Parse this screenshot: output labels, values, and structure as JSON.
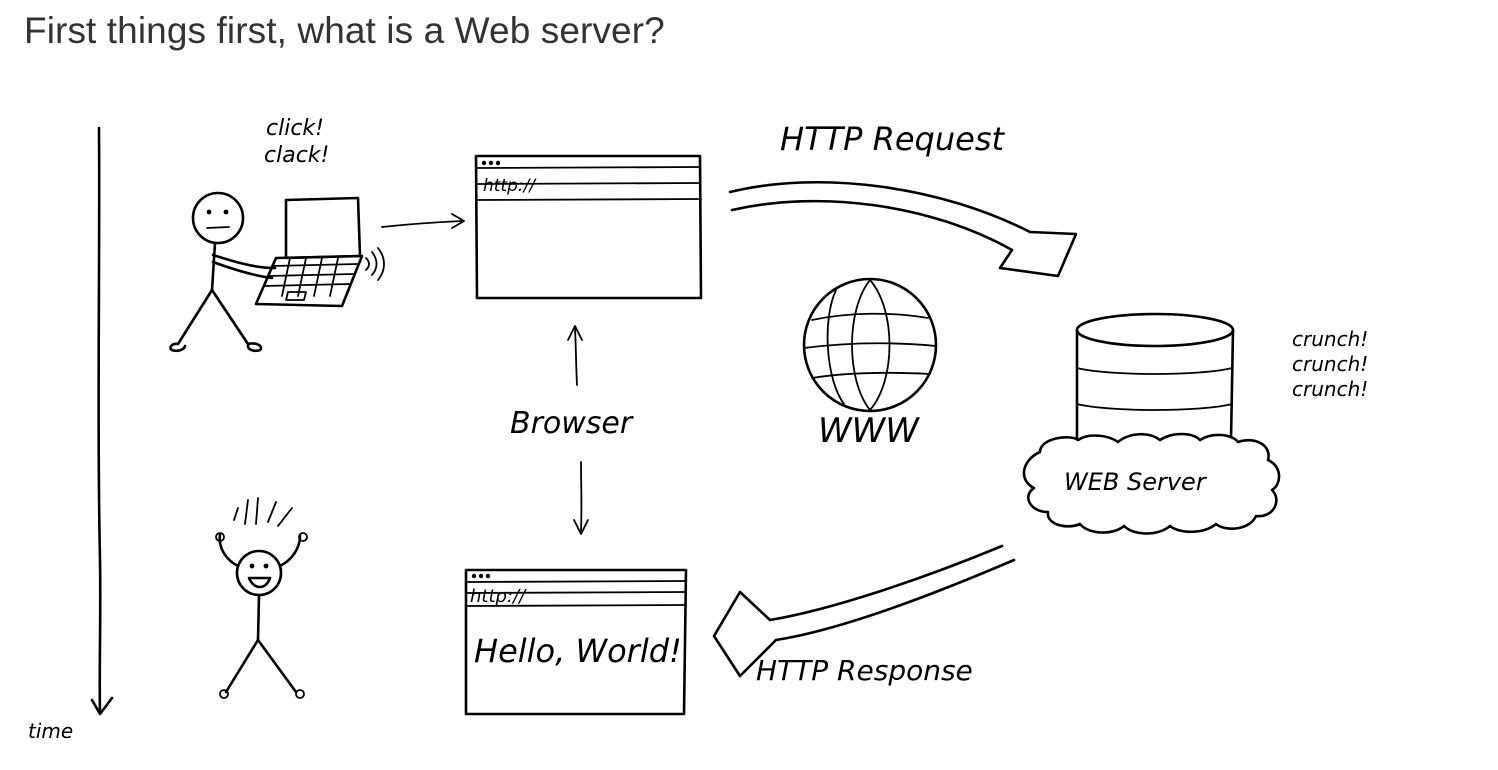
{
  "heading": "First things first, what is a Web server?",
  "labels": {
    "click": "click!",
    "clack": "clack!",
    "http_request": "HTTP Request",
    "url_top": "http://",
    "url_bottom": "http://",
    "hello_world": "Hello, World!",
    "browser": "Browser",
    "www": "WWW",
    "web_server": "WEB Server",
    "crunch_1": "crunch!",
    "crunch_2": "crunch!",
    "crunch_3": "crunch!",
    "http_response": "HTTP Response",
    "time": "time"
  },
  "colors": {
    "ink": "#000000",
    "heading": "#333333",
    "background": "#ffffff"
  },
  "icons": [
    "stick-figure-icon",
    "laptop-icon",
    "browser-window-icon",
    "globe-icon",
    "database-icon",
    "cloud-icon",
    "happy-figure-icon"
  ]
}
